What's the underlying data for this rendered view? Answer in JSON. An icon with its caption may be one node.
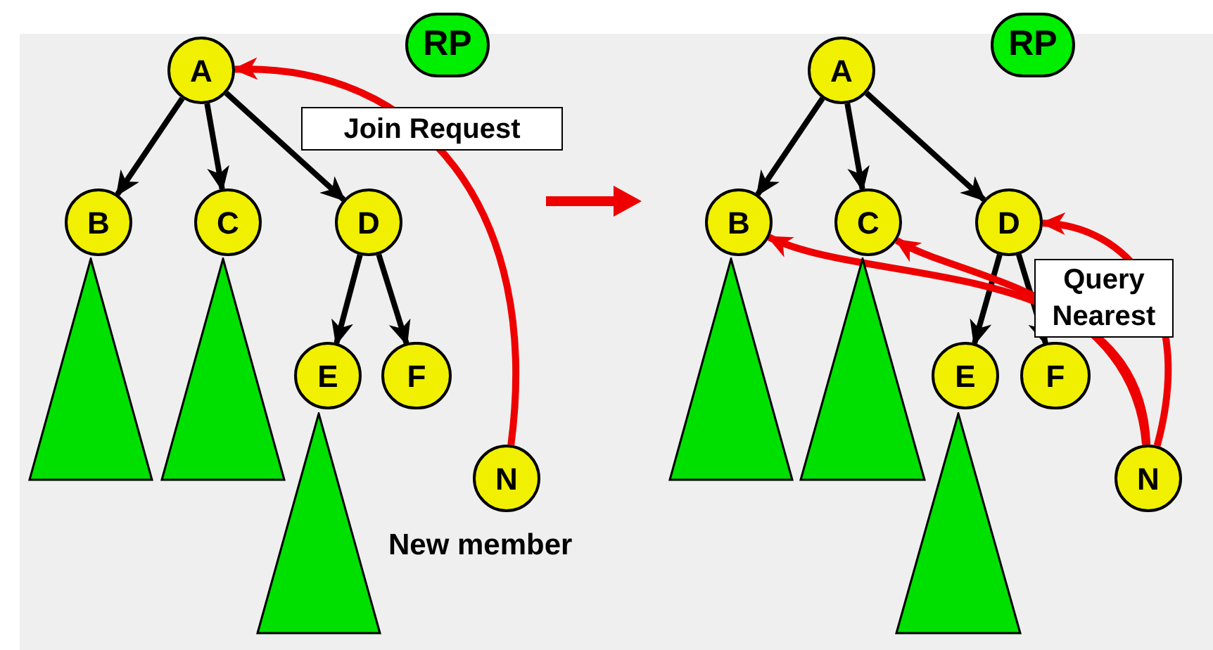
{
  "diagram": {
    "nodes": [
      {
        "text": [
          "RP"
        ]
      },
      {
        "text": [
          "A"
        ]
      },
      {
        "text": [
          "B"
        ]
      },
      {
        "text": [
          "C"
        ]
      },
      {
        "text": [
          "D"
        ]
      },
      {
        "text": [
          "E"
        ]
      },
      {
        "text": [
          "F"
        ]
      },
      {
        "text": [
          "N"
        ],
        "beside": [
          "New member"
        ]
      },
      {
        "text": [],
        "shape": "triangle"
      },
      {
        "text": [],
        "shape": "triangle"
      },
      {
        "text": [],
        "shape": "triangle"
      },
      {
        "text": [
          "RP"
        ]
      },
      {
        "text": [
          "A"
        ]
      },
      {
        "text": [
          "B"
        ]
      },
      {
        "text": [
          "C"
        ]
      },
      {
        "text": [
          "D"
        ]
      },
      {
        "text": [
          "E"
        ]
      },
      {
        "text": [
          "F"
        ]
      },
      {
        "text": [
          "N"
        ]
      },
      {
        "text": [],
        "shape": "triangle"
      },
      {
        "text": [],
        "shape": "triangle"
      },
      {
        "text": [],
        "shape": "triangle"
      }
    ],
    "edges": [
      {
        "from": 1,
        "to": 2,
        "arrow": "to"
      },
      {
        "from": 1,
        "to": 3,
        "arrow": "to"
      },
      {
        "from": 1,
        "to": 4,
        "arrow": "to"
      },
      {
        "from": 4,
        "to": 5,
        "arrow": "to"
      },
      {
        "from": 4,
        "to": 6,
        "arrow": "to"
      },
      {
        "from": 7,
        "to": 1,
        "arrow": "to",
        "label": "Join Request",
        "color": "#ee0000"
      },
      {
        "from": 12,
        "to": 13,
        "arrow": "to"
      },
      {
        "from": 12,
        "to": 14,
        "arrow": "to"
      },
      {
        "from": 12,
        "to": 15,
        "arrow": "to"
      },
      {
        "from": 15,
        "to": 16,
        "arrow": "to"
      },
      {
        "from": 15,
        "to": 17,
        "arrow": "to"
      },
      {
        "from": 18,
        "to": 13,
        "arrow": "to",
        "color": "#ee0000"
      },
      {
        "from": 18,
        "to": 14,
        "arrow": "to",
        "label": "Query Nearest",
        "color": "#ee0000"
      },
      {
        "from": 18,
        "to": 15,
        "arrow": "to",
        "color": "#ee0000"
      }
    ]
  }
}
